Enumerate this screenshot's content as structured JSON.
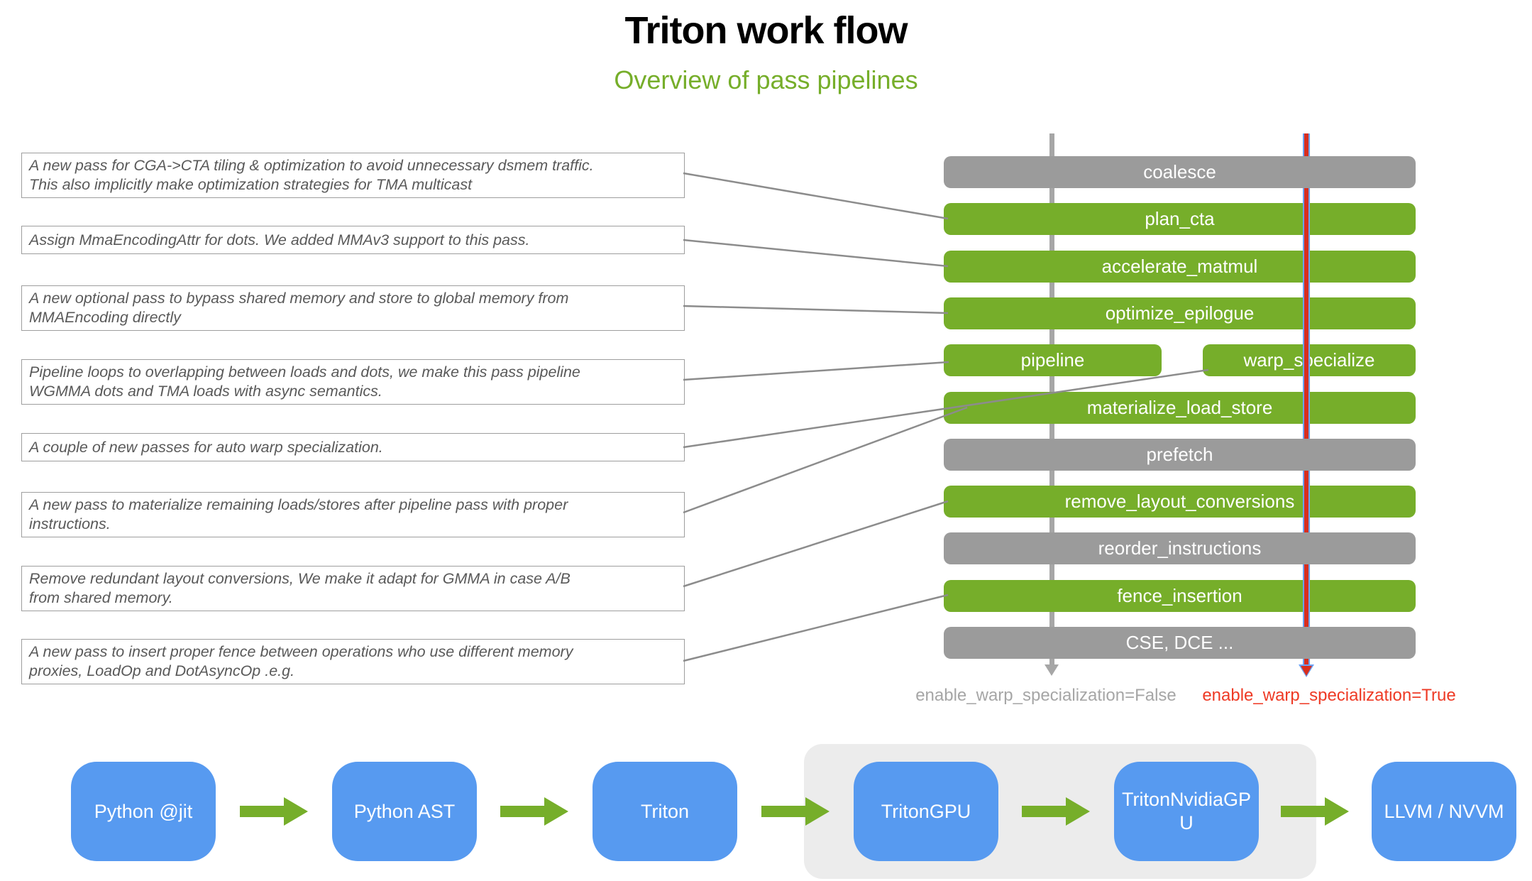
{
  "header": {
    "title": "Triton work flow",
    "subtitle": "Overview of pass pipelines"
  },
  "annotations": [
    {
      "text": "A new pass for CGA->CTA tiling & optimization to avoid unnecessary dsmem traffic.\nThis also implicitly make optimization strategies for TMA multicast"
    },
    {
      "text": "Assign MmaEncodingAttr for dots. We added MMAv3 support to this pass."
    },
    {
      "text": "A new optional pass to bypass shared memory and store to global memory from\nMMAEncoding directly"
    },
    {
      "text": "Pipeline loops to overlapping between loads and dots, we make this pass pipeline\nWGMMA dots and TMA loads  with async semantics."
    },
    {
      "text": "A couple of new passes for auto warp specialization."
    },
    {
      "text": "A new pass to materialize remaining loads/stores after pipeline pass with proper\ninstructions."
    },
    {
      "text": "Remove redundant layout conversions, We make it adapt for GMMA in case A/B\nfrom shared memory."
    },
    {
      "text": "A new pass to insert proper fence between operations who use different memory\nproxies, LoadOp and DotAsyncOp .e.g."
    }
  ],
  "pipeline": {
    "passes": [
      {
        "label": "coalesce",
        "color": "gray"
      },
      {
        "label": "plan_cta",
        "color": "green"
      },
      {
        "label": "accelerate_matmul",
        "color": "green"
      },
      {
        "label": "optimize_epilogue",
        "color": "green"
      },
      {
        "label": "pipeline",
        "color": "green"
      },
      {
        "label": "warp_specialize",
        "color": "green"
      },
      {
        "label": "materialize_load_store",
        "color": "green"
      },
      {
        "label": "prefetch",
        "color": "gray"
      },
      {
        "label": "remove_layout_conversions",
        "color": "green"
      },
      {
        "label": "reorder_instructions",
        "color": "gray"
      },
      {
        "label": "fence_insertion",
        "color": "green"
      },
      {
        "label": "CSE, DCE ...",
        "color": "gray"
      }
    ]
  },
  "legend": {
    "false_label": "enable_warp_specialization=False",
    "true_label": "enable_warp_specialization=True"
  },
  "flow": {
    "stages": [
      {
        "label": "Python @jit"
      },
      {
        "label": "Python AST"
      },
      {
        "label": "Triton"
      },
      {
        "label": "TritonGPU"
      },
      {
        "label": "TritonNvidiaGPU"
      },
      {
        "label": "LLVM / NVVM"
      }
    ]
  },
  "colors": {
    "green": "#76ae2a",
    "gray_bar": "#9b9b9b",
    "blue_box": "#579af0",
    "red_line": "#d82e1e",
    "blue_halo": "#6aa2f7",
    "red_text": "#ee3a25",
    "gray_text": "#a6a6a6",
    "connector": "#8c8c8c",
    "annotation_text": "#595959"
  }
}
